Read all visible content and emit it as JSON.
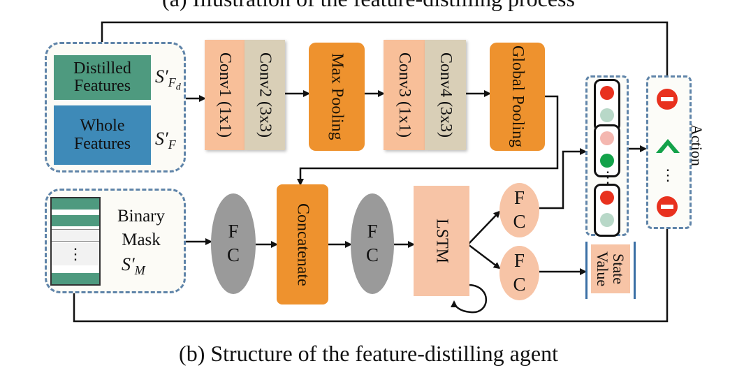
{
  "captions": {
    "top": "(a) Illustration of the feature-distilling process",
    "bottom": "(b) Structure of the feature-distilling agent"
  },
  "inputs": {
    "distilled_label": "Distilled Features",
    "distilled_symbol": "S′",
    "distilled_sub": "F",
    "distilled_subsub": "d",
    "whole_label": "Whole Features",
    "whole_symbol": "S′",
    "whole_sub": "F",
    "mask_label": "Binary Mask",
    "mask_symbol": "S′",
    "mask_sub": "M",
    "mask_ellipsis": "⋮"
  },
  "blocks": {
    "conv1": "Conv1 (1x1)",
    "conv2": "Conv2 (3x3)",
    "max_pooling": "Max Pooling",
    "conv3": "Conv3 (1x1)",
    "conv4": "Conv4 (3x3)",
    "global_pooling": "Global Pooling",
    "concatenate": "Concatenate",
    "lstm": "LSTM",
    "fc": "F C",
    "state_value": "State Value"
  },
  "outputs": {
    "action_label": "Action",
    "ellipsis": "⋮"
  },
  "colors": {
    "distilled": "#4e9a7f",
    "whole": "#3e8ab8",
    "mask_stripe": "#4e9a7f",
    "orange": "#ee922e",
    "conv_salmon": "#f8bf99",
    "conv_tan": "#d9cfb7",
    "fc_gray": "#9a9a9a",
    "fc_pink": "#f7c4a6",
    "dash_border": "#5f84a9",
    "red": "#e8311e",
    "green": "#13a24a"
  }
}
